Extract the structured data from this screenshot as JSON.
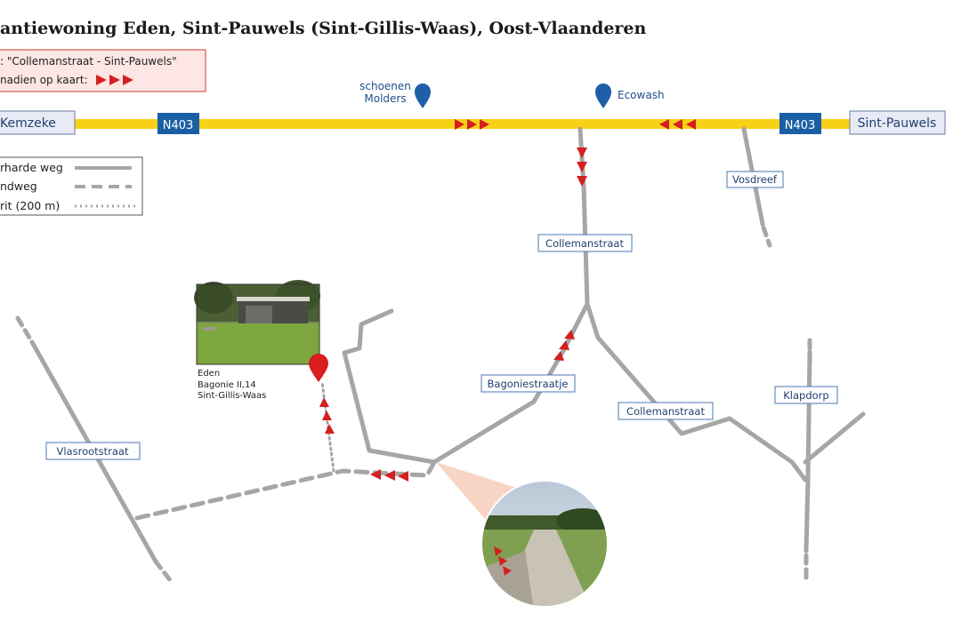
{
  "title": "antiewoning Eden, Sint-Pauwels (Sint-Gillis-Waas), Oost-Vlaanderen",
  "route_note": {
    "line1": ": \"Collemanstraat - Sint-Pauwels\"",
    "line2": " nadien op kaart:"
  },
  "legend": {
    "paved": "rharde weg",
    "dirt": "ndweg",
    "walk": "rit (200 m)"
  },
  "main_road": {
    "badge_left": "N403",
    "badge_right": "N403",
    "town_left": "Kemzeke",
    "town_right": "Sint-Pauwels",
    "color": "#f7d117"
  },
  "pois": {
    "shoes_line1": "schoenen",
    "shoes_line2": "Molders",
    "wash": "Ecowash"
  },
  "streets": {
    "vosdreef": "Vosdreef",
    "collemanstraat_top": "Collemanstraat",
    "bagoniestraatje": "Bagoniestraatje",
    "collemanstraat_bottom": "Collemanstraat",
    "klapdorp": "Klapdorp",
    "vlasrootstraat": "Vlasrootstraat"
  },
  "house": {
    "name": "Eden",
    "address": "Bagonie II,14",
    "city": "Sint-Gillis-Waas"
  },
  "colors": {
    "road": "#a6a6a6",
    "arrow": "#d32020",
    "marker_blue": "#1e5fa8",
    "marker_red": "#d81e1e",
    "badge": "#1a5fa6"
  }
}
